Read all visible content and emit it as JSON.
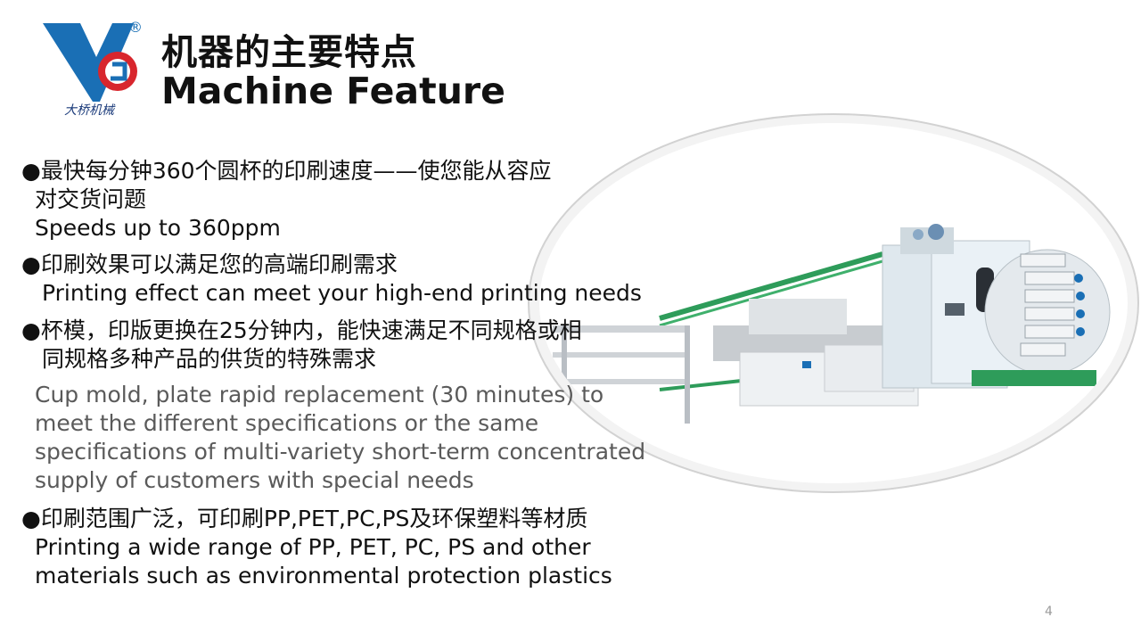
{
  "logo": {
    "mark": "®",
    "text": "大桥机械"
  },
  "title": {
    "zh": "机器的主要特点",
    "en": "Machine Feature"
  },
  "features": [
    {
      "zh_line1": "●最快每分钟360个圆杯的印刷速度——使您能从容应",
      "zh_line2": "对交货问题",
      "en_line1": "Speeds up to 360ppm"
    },
    {
      "zh_line1": "●印刷效果可以满足您的高端印刷需求",
      "en_line1": "Printing effect can meet your high-end printing needs"
    },
    {
      "zh_line1": "●杯模，印版更换在25分钟内，能快速满足不同规格或相",
      "zh_line2": "同规格多种产品的供货的特殊需求",
      "en_line1": "Cup mold, plate rapid replacement (30 minutes) to",
      "en_line2": "meet the different specifications or the same",
      "en_line3": "specifications of multi-variety short-term concentrated",
      "en_line4": "supply of customers with special needs"
    },
    {
      "zh_line1": "●印刷范围广泛，可印刷PP,PET,PC,PS及环保塑料等材质",
      "en_line1": "Printing a wide range of PP, PET, PC, PS and other",
      "en_line2": "materials such as environmental protection plastics"
    }
  ],
  "page_number": "4",
  "colors": {
    "brand_blue": "#1a6fb5",
    "brand_red": "#d8262d",
    "frame": "#ececec"
  }
}
